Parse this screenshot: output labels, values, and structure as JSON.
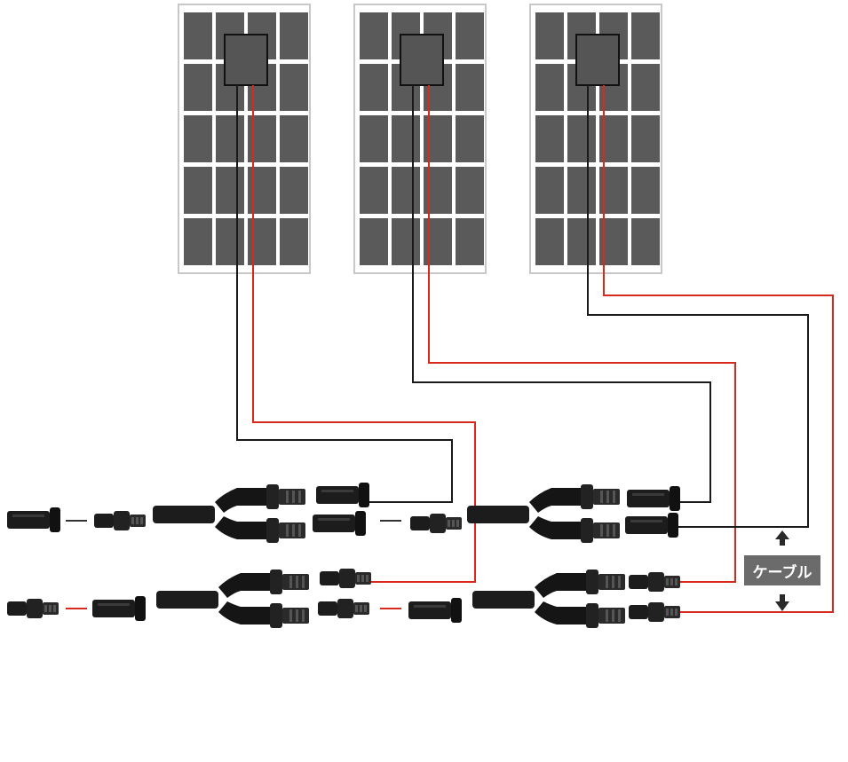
{
  "diagram": {
    "cable_label": "ケーブル",
    "colors": {
      "positive_wire": "#d9291c",
      "negative_wire": "#1a1a1a",
      "panel_frame": "#c8c8c8",
      "panel_cell": "#5a5a5a",
      "junction_box": "#555555",
      "connector_body": "#1c1c1c",
      "label_bg": "#6b6b6b"
    },
    "panels": [
      {
        "id": "panel-1"
      },
      {
        "id": "panel-2"
      },
      {
        "id": "panel-3"
      }
    ],
    "icons": [
      "arrow-up-icon",
      "arrow-down-icon"
    ]
  }
}
